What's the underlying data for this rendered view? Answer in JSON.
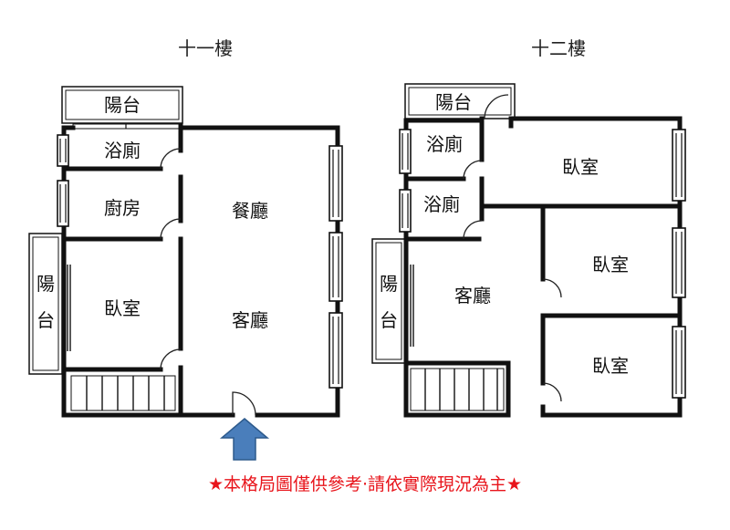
{
  "floors": [
    {
      "title": "十一樓",
      "rooms": {
        "balcony_top": "陽台",
        "bathroom": "浴廁",
        "kitchen": "廚房",
        "dining": "餐廳",
        "bedroom": "臥室",
        "living": "客廳",
        "balcony_side": [
          "陽",
          "台"
        ]
      }
    },
    {
      "title": "十二樓",
      "rooms": {
        "balcony_top": "陽台",
        "bathroom_1": "浴廁",
        "bathroom_2": "浴廁",
        "bedroom_1": "臥室",
        "bedroom_2": "臥室",
        "bedroom_3": "臥室",
        "living": "客廳",
        "balcony_side": [
          "陽",
          "台"
        ]
      }
    }
  ],
  "entrance_arrow_color": "#4a7ebb",
  "disclaimer": "★本格局圖僅供參考‧請依實際現況為主★",
  "disclaimer_color": "#e8141b"
}
